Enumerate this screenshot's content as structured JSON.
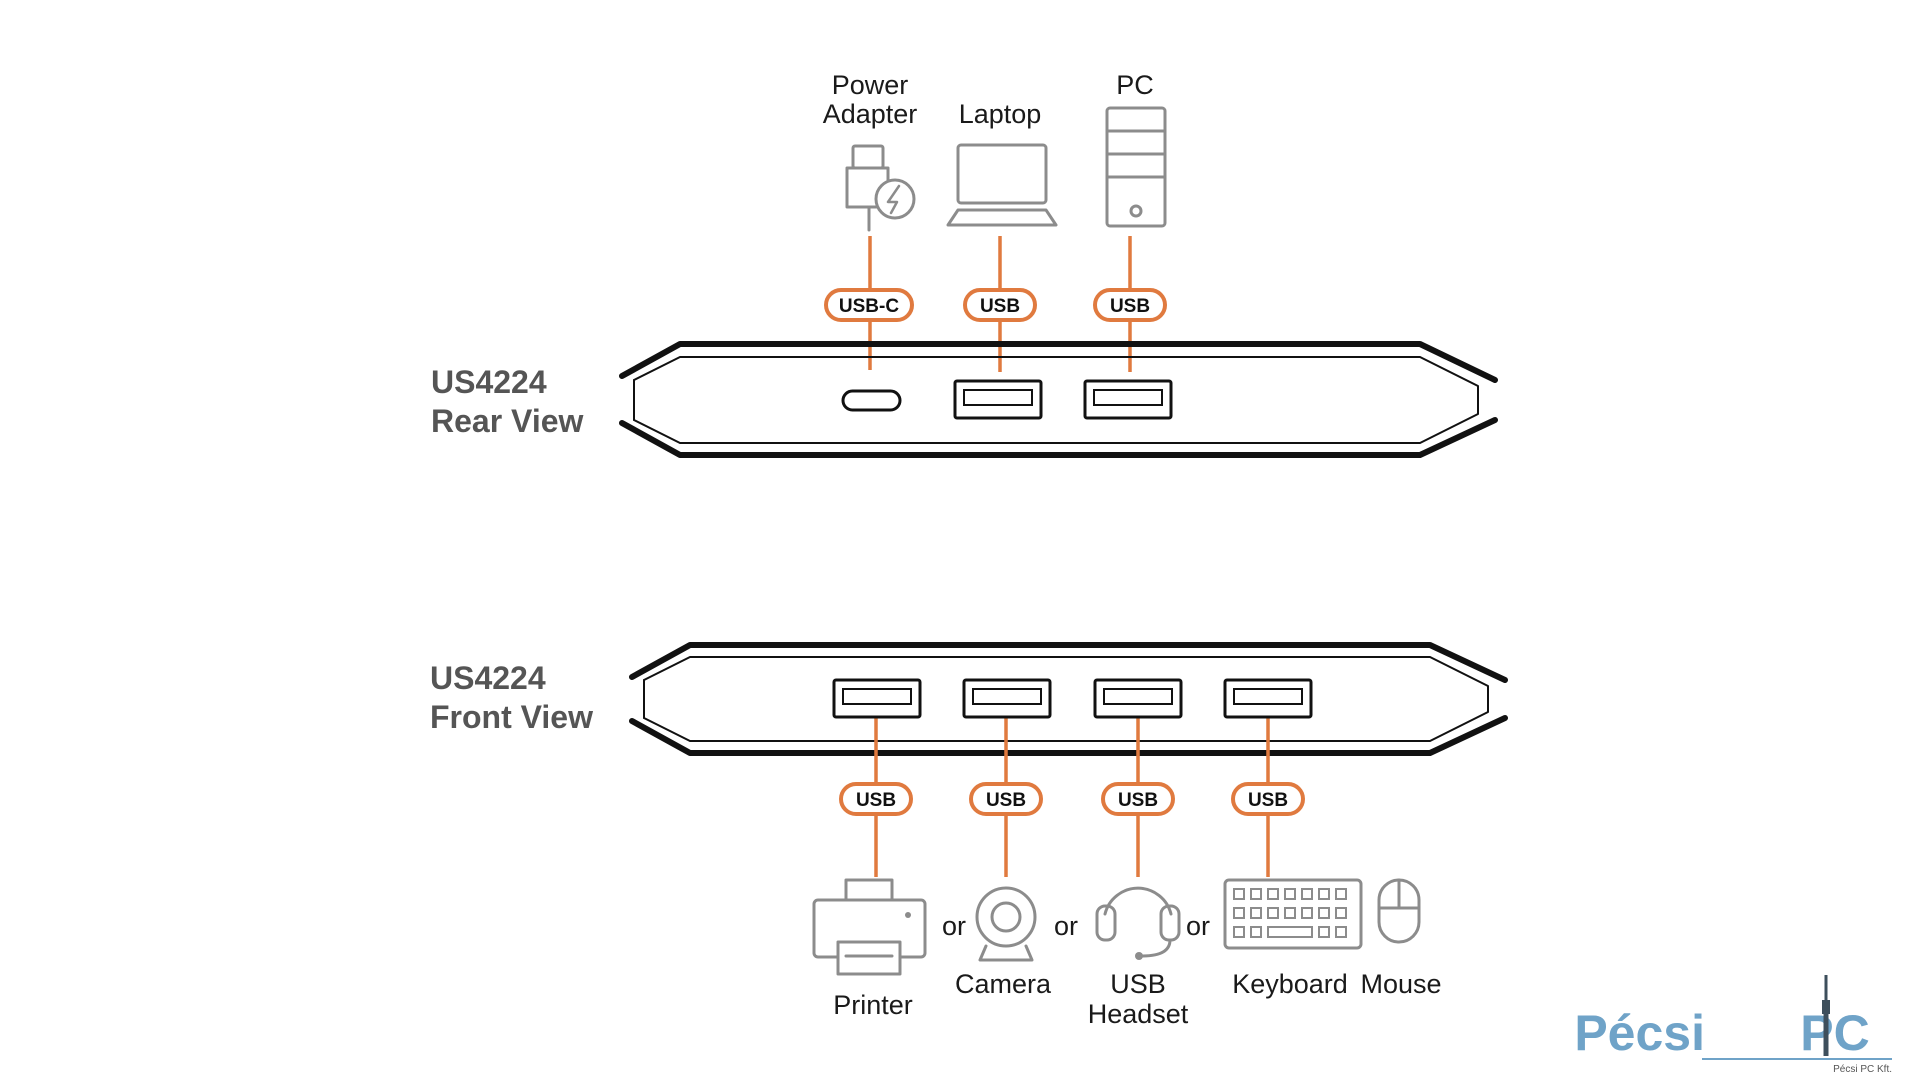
{
  "rear": {
    "model": "US4224",
    "view": "Rear View",
    "devices": {
      "power_line1": "Power",
      "power_line2": "Adapter",
      "laptop": "Laptop",
      "pc": "PC"
    },
    "tags": [
      "USB-C",
      "USB",
      "USB"
    ]
  },
  "front": {
    "model": "US4224",
    "view": "Front View",
    "tags": [
      "USB",
      "USB",
      "USB",
      "USB"
    ],
    "devices": {
      "printer": "Printer",
      "camera": "Camera",
      "headset_line1": "USB",
      "headset_line2": "Headset",
      "keyboard": "Keyboard",
      "mouse": "Mouse"
    },
    "or_words": [
      "or",
      "or",
      "or"
    ]
  },
  "logo": {
    "name_left": "Pécsi",
    "name_right": "PC",
    "subtitle": "Pécsi PC Kft."
  },
  "colors": {
    "accent": "#e07a3f",
    "title": "#555555",
    "icon": "#8c8c8c",
    "logo": "#6fa3c8"
  }
}
